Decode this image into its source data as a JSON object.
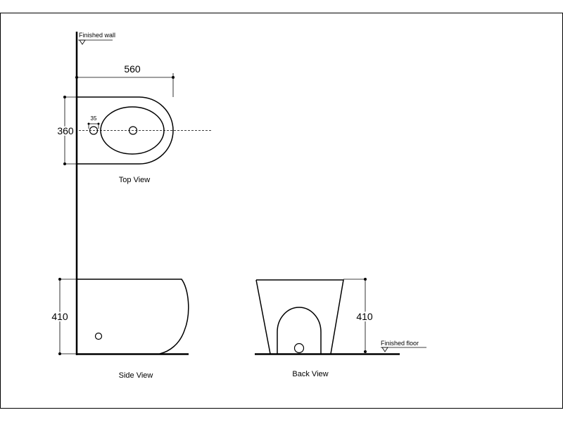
{
  "labels": {
    "finished_wall": "Finished wall",
    "finished_floor": "Finished floor",
    "top_view": "Top View",
    "side_view": "Side View",
    "back_view": "Back View"
  },
  "dimensions": {
    "length": "560",
    "width": "360",
    "hole_offset": "35",
    "side_height": "410",
    "back_height": "410"
  },
  "colors": {
    "line": "#000000",
    "background": "#ffffff"
  }
}
